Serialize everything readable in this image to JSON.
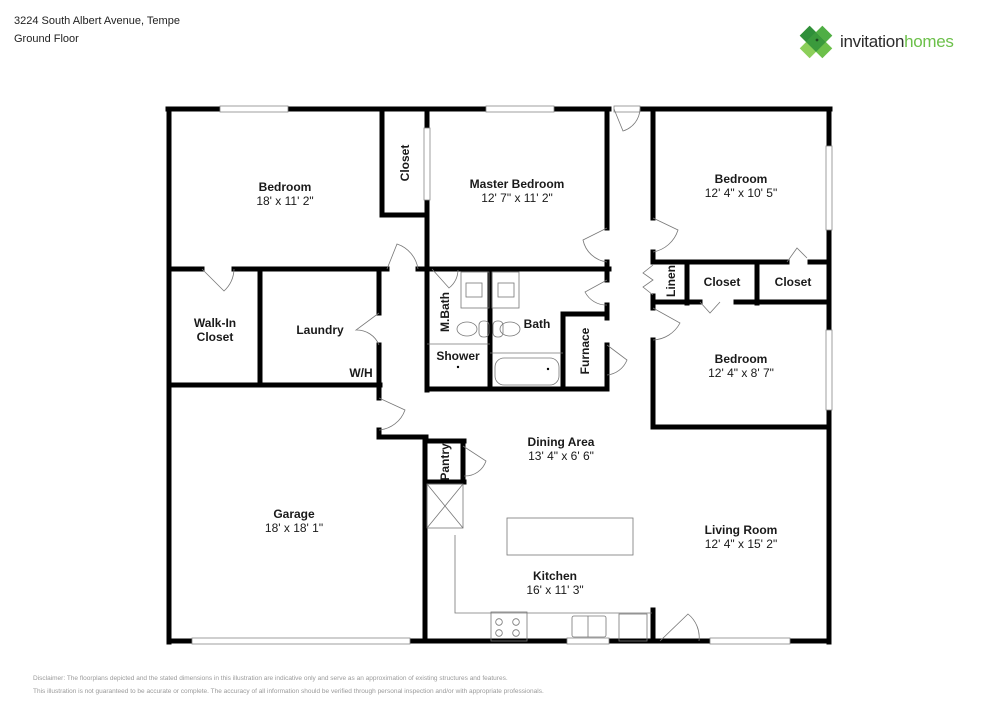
{
  "header": {
    "address": "3224 South Albert Avenue, Tempe",
    "floor": "Ground Floor"
  },
  "logo": {
    "icon": "clover-house-icon",
    "text_primary": "invitation",
    "text_secondary": "homes",
    "colors": {
      "primary": "#2b2b2b",
      "accent": "#6cc04a",
      "icon_dark": "#3a9a3c",
      "icon_light": "#8ccf5a"
    }
  },
  "rooms": {
    "bedroom1": {
      "name": "Bedroom",
      "dim": "18' x 11' 2\""
    },
    "closet1": {
      "name": "Closet"
    },
    "master": {
      "name": "Master Bedroom",
      "dim": "12' 7\" x 11' 2\""
    },
    "bedroom2": {
      "name": "Bedroom",
      "dim": "12' 4\" x 10' 5\""
    },
    "linen": {
      "name": "Linen"
    },
    "closet2": {
      "name": "Closet"
    },
    "closet3": {
      "name": "Closet"
    },
    "walkin": {
      "name_line1": "Walk-In",
      "name_line2": "Closet"
    },
    "laundry": {
      "name": "Laundry"
    },
    "wh": {
      "name": "W/H"
    },
    "mbath": {
      "name": "M.Bath"
    },
    "shower": {
      "name": "Shower"
    },
    "bath": {
      "name": "Bath"
    },
    "furnace": {
      "name": "Furnace"
    },
    "bedroom3": {
      "name": "Bedroom",
      "dim": "12' 4\" x 8' 7\""
    },
    "dining": {
      "name": "Dining Area",
      "dim": "13' 4\" x 6' 6\""
    },
    "pantry": {
      "name": "Pantry"
    },
    "garage": {
      "name": "Garage",
      "dim": "18' x 18' 1\""
    },
    "kitchen": {
      "name": "Kitchen",
      "dim": "16' x 11' 3\""
    },
    "living": {
      "name": "Living Room",
      "dim": "12' 4\" x 15' 2\""
    }
  },
  "disclaimer": {
    "line1": "Disclaimer: The floorplans depicted and the stated dimensions in this illustration are indicative only and serve as an approximation of existing structures and features.",
    "line2": "This illustration is not guaranteed to be accurate or complete. The accuracy of all information should be verified through personal inspection and/or with appropriate professionals."
  }
}
